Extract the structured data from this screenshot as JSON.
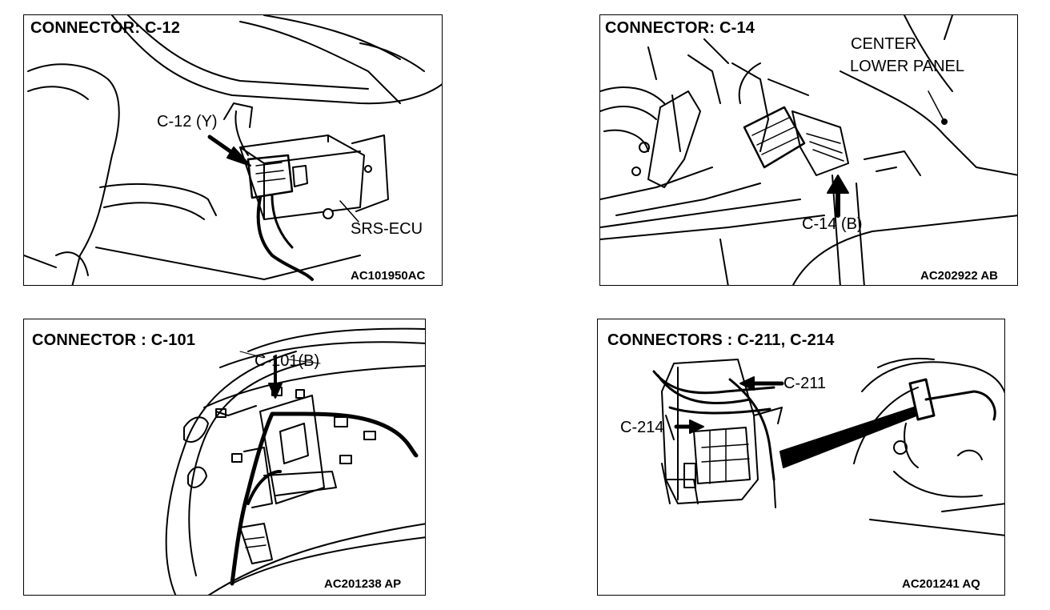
{
  "panels": [
    {
      "title": "CONNECTOR: C-12",
      "code": "AC101950AC",
      "labels": {
        "connector": "C-12 (Y)",
        "unit": "SRS-ECU"
      }
    },
    {
      "title": "CONNECTOR: C-14",
      "code": "AC202922 AB",
      "labels": {
        "panel_line1": "CENTER",
        "panel_line2": "LOWER PANEL",
        "connector": "C-14 (B)"
      }
    },
    {
      "title": "CONNECTOR : C-101",
      "code": "AC201238  AP",
      "labels": {
        "connector": "C-101(B)"
      }
    },
    {
      "title": "CONNECTORS : C-211, C-214",
      "code": "AC201241 AQ",
      "labels": {
        "connector_a": "C-211",
        "connector_b": "C-214"
      }
    }
  ],
  "colors": {
    "ink": "#000000",
    "paper": "#ffffff"
  }
}
